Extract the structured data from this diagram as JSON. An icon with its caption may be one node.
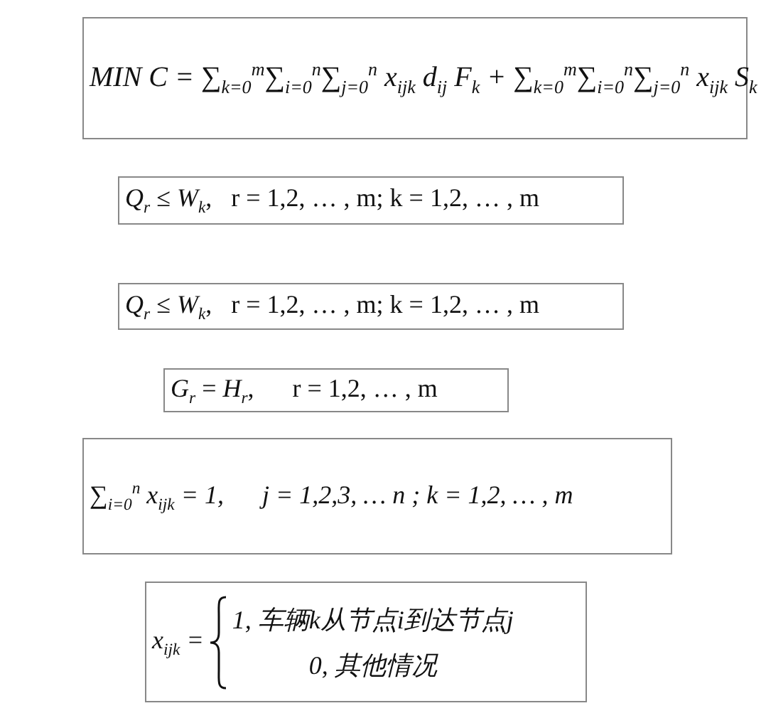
{
  "diagram": {
    "nodes": [
      {
        "text": [
          "MIN C = ∑$_{k=0}$$^{m}$∑$_{i=0}$$^{n}$∑$_{j=0}$$^{n}$ x$_{ijk}$ d$_{ij}$ F$_{k}$ + ∑$_{k=0}$$^{m}$∑$_{i=0}$$^{n}$∑$_{j=0}$$^{n}$ x$_{ijk}$ S$_{k}$"
        ]
      },
      {
        "text": [
          "*Q*$_{r}$ ≤ *W*$_{k}$,   r = 1,2, … , m; k = 1,2, … , m"
        ]
      },
      {
        "text": [
          "*Q*$_{r}$ ≤ *W*$_{k}$,   r = 1,2, … , m; k = 1,2, … , m"
        ]
      },
      {
        "text": [
          "*G*$_{r}$ = *H*$_{r}$,      r = 1,2, … , m"
        ]
      },
      {
        "text": [
          "∑$_{i=0}$$^{n}$ x$_{ijk}$ = 1,      j = 1,2,3, … n ; k = 1,2, … , m"
        ]
      },
      {
        "text": [
          "x$_{ijk}$ =",
          "1, 车辆k从节点i到达节点j",
          "0, 其他情况"
        ]
      }
    ]
  }
}
